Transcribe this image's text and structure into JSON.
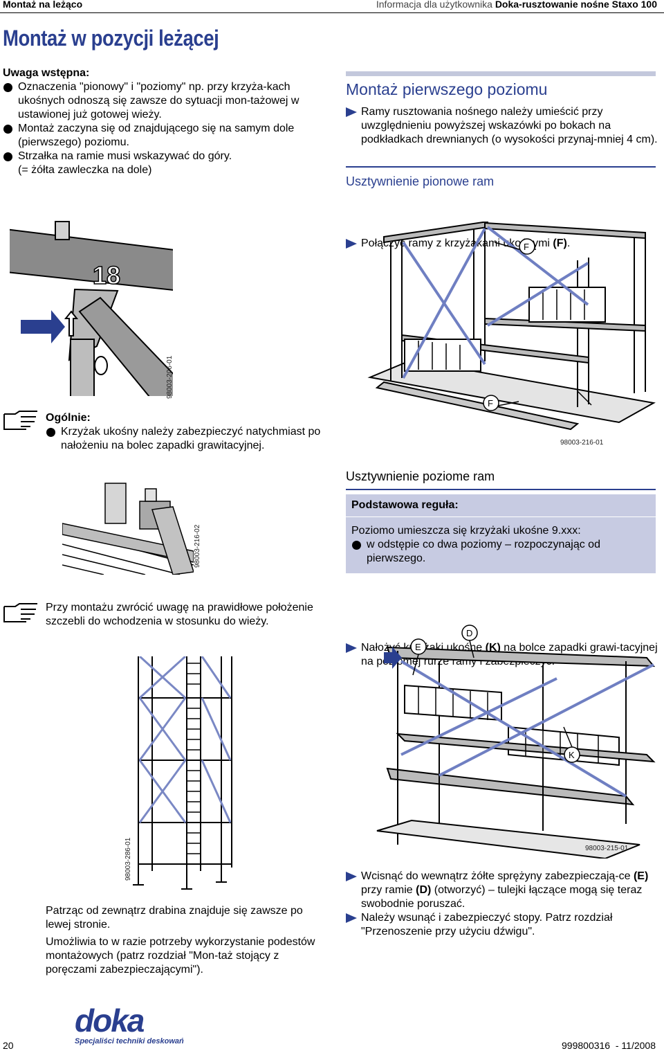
{
  "header": {
    "section": "Montaż na leżąco",
    "info_prefix": "Informacja dla użytkownika ",
    "info_product": "Doka-rusztowanie nośne Staxo 100"
  },
  "page_title": "Montaż w pozycji leżącej",
  "left": {
    "preface_heading": "Uwaga wstępna:",
    "preface_items": [
      "Oznaczenia \"pionowy\" i \"poziomy\" np. przy krzyża-kach ukośnych odnoszą się zawsze do sytuacji mon-tażowej w ustawionej już gotowej wieży.",
      "Montaż zaczyna się od znajdującego się na samym dole (pierwszego) poziomu.",
      "Strzałka na ramie musi wskazywać do góry."
    ],
    "preface_note": "(= żółta zawleczka na dole)",
    "fig1_code": "98003-206-01",
    "general_heading": "Ogólnie:",
    "general_item": "Krzyżak ukośny należy zabezpieczyć natychmiast po nałożeniu na bolec zapadki grawitacyjnej.",
    "fig2_code": "98003-216-02",
    "ladder_note": "Przy montażu zwrócić uwagę na prawidłowe położenie szczebli do wchodzenia w stosunku do wieży.",
    "fig3_code": "98003-286-01",
    "outside_note_1": "Patrząc od zewnątrz drabina znajduje się zawsze po lewej stronie.",
    "outside_note_2": "Umożliwia to w razie potrzeby wykorzystanie podestów montażowych (patrz rozdział \"Mon-taż stojący z poręczami zabezpieczającymi\")."
  },
  "right": {
    "section_heading": "Montaż pierwszego poziomu",
    "step1": "Ramy rusztowania nośnego należy umieścić przy uwzględnieniu powyższej wskazówki po bokach na podkładkach drewnianych (o wysokości przynaj-mniej 4 cm).",
    "vertical_heading": "Usztywnienie pionowe ram",
    "vertical_step": "Połączyć ramy z krzyżakami ukośnymi ",
    "vertical_step_ref": "(F)",
    "vertical_step_end": ".",
    "fig4_label_top": "F",
    "fig4_label_bottom": "F",
    "fig4_code": "98003-216-01",
    "horizontal_heading": "Usztywnienie poziome ram",
    "rule_box_heading": "Podstawowa reguła:",
    "rule_box_line": "Poziomo umieszcza się krzyżaki ukośne 9.xxx:",
    "rule_box_item": "w odstępie co dwa poziomy – rozpoczynając od pierwszego.",
    "step2_a": "Nałożyć krzyżaki ukośne ",
    "step2_ref": "(K)",
    "step2_b": " na bolce zapadki grawi-tacyjnej na poziomej rurze ramy i zabezpieczyć.",
    "fig5_label_e": "E",
    "fig5_label_d": "D",
    "fig5_label_k": "K",
    "fig5_code": "98003-215-01",
    "step3_a": "Wcisnąć do wewnątrz żółte sprężyny zabezpieczają-ce ",
    "step3_ref_e": "(E)",
    "step3_b": " przy ramie ",
    "step3_ref_d": "(D)",
    "step3_c": " (otworzyć) – tulejki łączące mogą się teraz swobodnie poruszać.",
    "step4": "Należy wsunąć i zabezpieczyć stopy. Patrz rozdział \"Przenoszenie przy użyciu dźwigu\"."
  },
  "footer": {
    "page_number": "20",
    "logo_text": "doka",
    "logo_tagline": "Specjaliści techniki deskowań",
    "doc_number": "999800316  - 11/2008"
  },
  "colors": {
    "accent_blue": "#2a3f8f",
    "box_bg": "#c7cbe2",
    "bar_bg": "#c3c8dc"
  }
}
